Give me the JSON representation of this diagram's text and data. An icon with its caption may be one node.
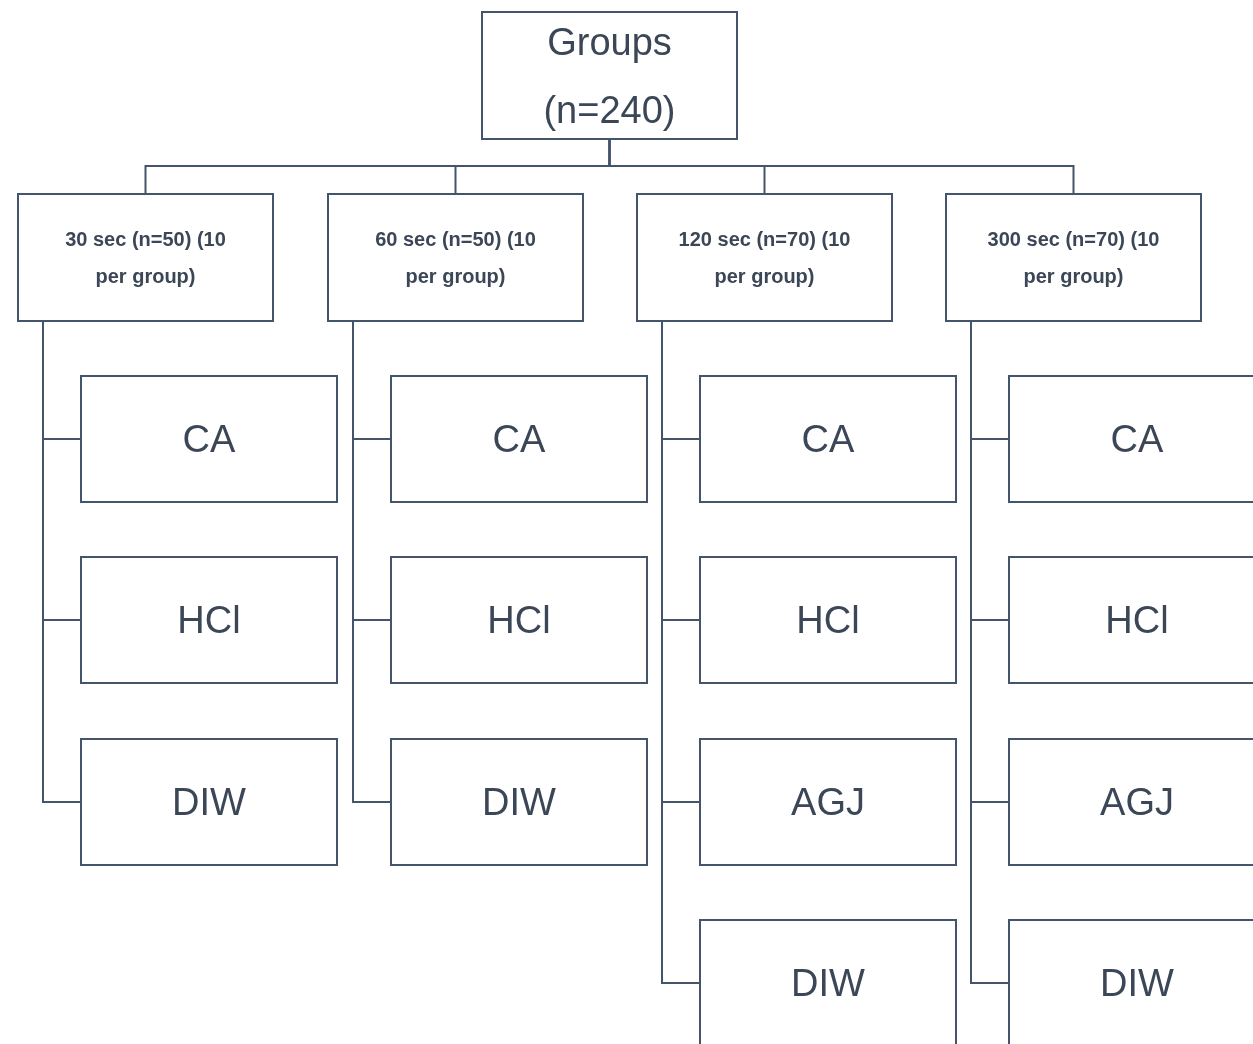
{
  "diagram": {
    "nodes": [
      {
        "text": [
          "Groups (n=240)"
        ]
      },
      {
        "text": [
          "30 sec (n=50) (10 per group)"
        ]
      },
      {
        "text": [
          "60 sec (n=50) (10 per group)"
        ]
      },
      {
        "text": [
          "120 sec (n=70) (10 per group)"
        ]
      },
      {
        "text": [
          "300 sec (n=70) (10 per group)"
        ]
      },
      {
        "text": [
          "CA"
        ]
      },
      {
        "text": [
          "HCl"
        ]
      },
      {
        "text": [
          "DIW"
        ]
      },
      {
        "text": [
          "CA"
        ]
      },
      {
        "text": [
          "HCl"
        ]
      },
      {
        "text": [
          "DIW"
        ]
      },
      {
        "text": [
          "CA"
        ]
      },
      {
        "text": [
          "HCl"
        ]
      },
      {
        "text": [
          "AGJ"
        ]
      },
      {
        "text": [
          "DIW"
        ]
      },
      {
        "text": [
          "CA"
        ]
      },
      {
        "text": [
          "HCl"
        ]
      },
      {
        "text": [
          "AGJ"
        ]
      },
      {
        "text": [
          "DIW"
        ]
      }
    ],
    "edges": [
      {
        "from": 0,
        "to": 1,
        "arrow": "none"
      },
      {
        "from": 0,
        "to": 2,
        "arrow": "none"
      },
      {
        "from": 0,
        "to": 3,
        "arrow": "none"
      },
      {
        "from": 0,
        "to": 4,
        "arrow": "none"
      },
      {
        "from": 1,
        "to": 5,
        "arrow": "none"
      },
      {
        "from": 1,
        "to": 6,
        "arrow": "none"
      },
      {
        "from": 1,
        "to": 7,
        "arrow": "none"
      },
      {
        "from": 2,
        "to": 8,
        "arrow": "none"
      },
      {
        "from": 2,
        "to": 9,
        "arrow": "none"
      },
      {
        "from": 2,
        "to": 10,
        "arrow": "none"
      },
      {
        "from": 3,
        "to": 11,
        "arrow": "none"
      },
      {
        "from": 3,
        "to": 12,
        "arrow": "none"
      },
      {
        "from": 3,
        "to": 13,
        "arrow": "none"
      },
      {
        "from": 3,
        "to": 14,
        "arrow": "none"
      },
      {
        "from": 4,
        "to": 15,
        "arrow": "none"
      },
      {
        "from": 4,
        "to": 16,
        "arrow": "none"
      },
      {
        "from": 4,
        "to": 17,
        "arrow": "none"
      },
      {
        "from": 4,
        "to": 18,
        "arrow": "none"
      }
    ]
  }
}
